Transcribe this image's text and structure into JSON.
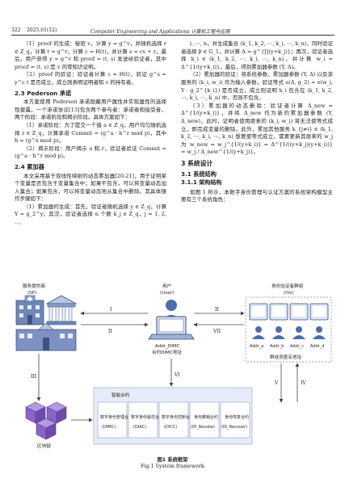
{
  "header": {
    "page_number": "322",
    "issue": "2025,61(12)",
    "journal": "Computer Engineering and Applications 计算机工程与应用"
  },
  "left_column": {
    "para1": "（1）proof 的生成：秘密 v，计算 y = g^v，并随机选择 r ∈ Z_q，计算 t = g^r，计算 c = H(t)，并计算 s = cv + r，最后，用户获得 y = g^v 和 proof = (t, s) 发送给验证者，其中 proof = (t, s) 是 v 的零知识证明。",
    "para2": "（2）proof 的验证：验证者计算 c = H(t)，验证 g^s = y^c t 是否成立，成立则表明证明者知 v 的持有者。",
    "heading_pedersen": "2.3  Pederson 承诺",
    "para3": "本方案使用 Pederson 承诺隐藏用户属性并实现属性的选择性披露。一个承诺协议[13]包含两个参与者：承诺者和接受者，两个阶段：承诺阶段和揭示阶段。具体方案如下：",
    "para4": "（1）承诺阶段：为了提交一个值 a ∈ Z_q，用户均匀随机选择 r ∈ Z_q，计算承诺 Commit = (g^a · h^r mod p)，其中 h = (g^x mod p)。",
    "para5": "（2）揭示阶段：用户揭示 a 和 r，验证者验证 Commit = (g^a · h^r mod p)。",
    "heading_acc": "2.4  累加器",
    "para6": "本文采用基于双线性映射的动态累加器[20-21]，用于证明某个变量是否包含于变量集合中；如果不包含，可以将变量动态加入集合；如果包含，可以将变量动态地从集合中删除。其具体操作步骤如下：",
    "para7": "（1）累加器的生成：首先，验证者随机选择 y ∈ Z_q，计算 Y = g_2^y；其次，验证者选择 n 个数 k_j ∈ Z_q，j = 1, 2, ⋯,"
  },
  "right_column": {
    "para1": "i, ⋯, n，并生成集合 (k_1, k_2, ⋯, k_i, ⋯, k_n)，同时验证者选择 β ∈ G_1，并计算 Δ = g^{∏(y+k_j)}；再次，验证者选择 k_i ∈ (k_1, k_2, ⋯, k_i, ⋯, k_n)，并计算 w_i = Δ^{1/(y+k_i)}，最后，得到累加器参数 (Y, Δ)。",
    "para2": "（2）累加器的验证：将系统参数、累加器参数 (Y, Δ) 以及该服务的 (k_i, w_i) 作为输入参数，验证等式 e(Δ, g_2) = e(w_i, Y · g_2^{k_i}) 是否成立，成立则证明 k_i 包含在 (k_1, k_2, ⋯, k_i, ⋯, k_n) 中，否则不包含。",
    "para3": "（3）累加器的动态删除：验证者计算 Δ_new = Δ^{1/(y+k_i)}，并将 Δ_new 作为新的累加器参数 (Y, Δ_new)，此时，证明者使用原来的 (k_i, w_i) 将无法使等式成立，即完成变量的删除。此外，累加其他服务 k_{j≠i} ∈ (k_1, k_2, ⋯, k_i, ⋯, k_n) 想要使等式成立，需要更新其原来的 w_j 为 w_new = w_j^{1/(y+k_i)} = Δ^{1/((y+k_j)(y+k_i))} = w_j / Δ_new^{1/(y+k_j)}。",
    "heading_sys": "3  系统设计",
    "heading_struct": "3.1  系统结构",
    "heading_arch": "3.1.1  架构结构",
    "para4": "如图 1 所示，本数字身份管理与认证方案的系统架构模型主要有三个系统角色："
  },
  "figure": {
    "sp_title": "服务提供商",
    "sp_sub": "(SP)",
    "user_title": "用户",
    "user_sub": "(User)",
    "iv_title": "身份验证者群组",
    "iv_sub": "(IVs)",
    "user_addr1": "Addr_DIMC",
    "user_addr2": "合约DIMC地址",
    "group_label": "群成员匿名地址",
    "addrs": [
      "Addr_a",
      "Addr_b",
      "Addr_c",
      "Addr_d"
    ],
    "blockchain_label": "区块链",
    "contract_title": "智能合约",
    "contracts": [
      {
        "cn": "数字身份管理合约",
        "en": "(DIMC)"
      },
      {
        "cn": "数字身份属性合约",
        "en": "(DIAC)"
      },
      {
        "cn": "数字身份控制合约",
        "en": "(DICC)"
      },
      {
        "cn": "身份撤销合约",
        "en": "(ID_Revoke)"
      },
      {
        "cn": "身份恢复合约",
        "en": "(ID_Recover)"
      }
    ],
    "arrows": [
      "I",
      "II",
      "III",
      "IV",
      "V",
      "VI",
      "VII"
    ],
    "colors": {
      "sp_building": "#6f87b8",
      "user": "#4a6db0",
      "blockchain": "#8a64c4",
      "contract_bg": "#e6ecf7",
      "contract_border": "#aab8d6",
      "arrow": "#444444"
    }
  },
  "caption": {
    "cn": "图1  系统框架",
    "en": "Fig.1  System framework"
  }
}
